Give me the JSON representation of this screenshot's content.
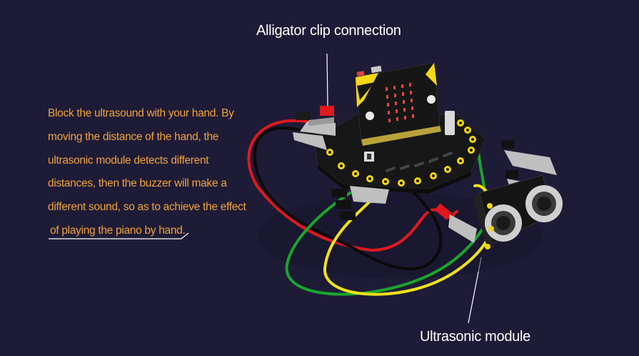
{
  "labels": {
    "alligator_clip": "Alligator clip connection",
    "ultrasonic_module": "Ultrasonic module"
  },
  "description": {
    "lines": [
      "Block the ultrasound with your hand. By",
      "moving the distance of the hand, the",
      "ultrasonic module detects different",
      "distances, then the buzzer will make a",
      "different sound, so as to achieve the effect",
      "of playing the piano by hand."
    ]
  },
  "colors": {
    "background": "#1e1b37",
    "description_text": "#f2a23a",
    "label_text": "#ffffff",
    "wire_red": "#e0191c",
    "wire_black": "#0a0a0a",
    "wire_green": "#1aa52c",
    "wire_yellow": "#efe21a",
    "board": "#171717",
    "accent_yellow": "#f5d712"
  }
}
